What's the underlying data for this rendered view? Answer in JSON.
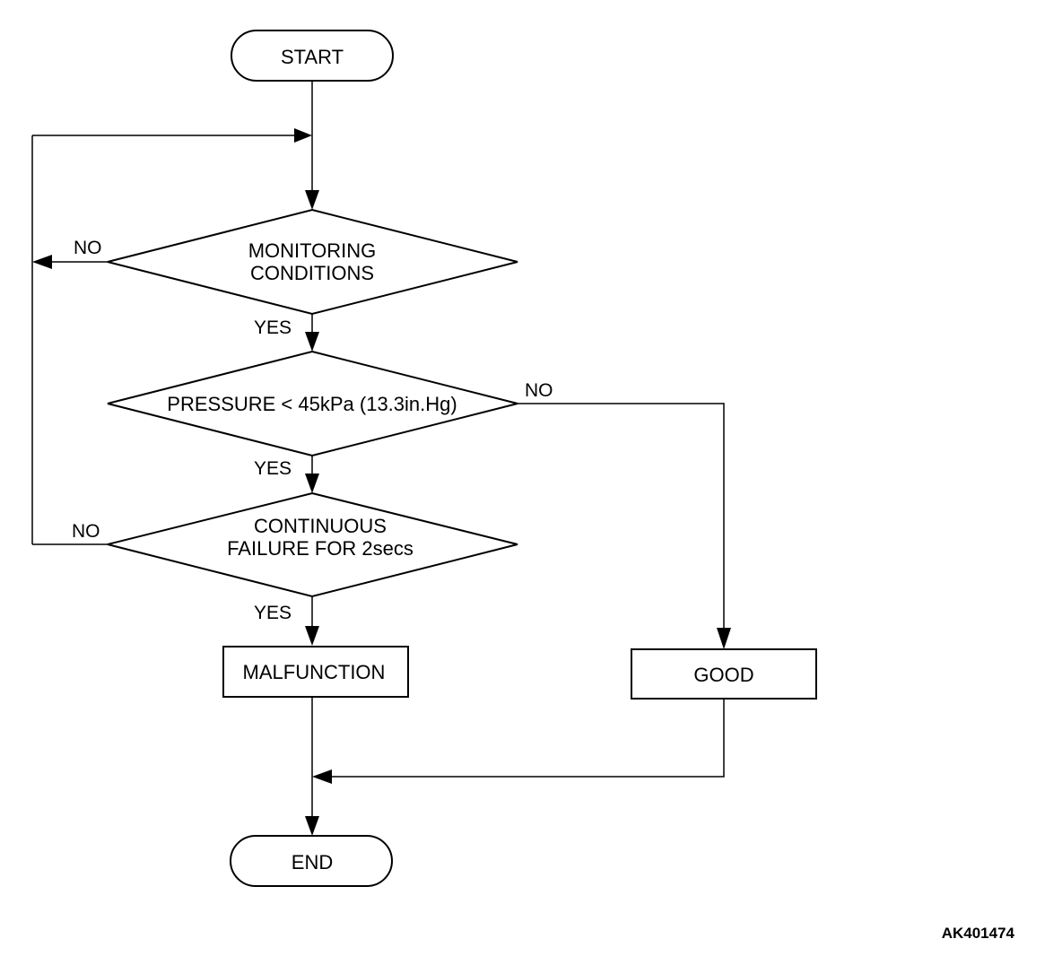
{
  "diagram": {
    "nodes": {
      "start": {
        "label": "START"
      },
      "monitoring": {
        "lines": [
          "MONITORING",
          "CONDITIONS"
        ]
      },
      "pressure": {
        "lines": [
          "PRESSURE < 45kPa (13.3in.Hg)"
        ]
      },
      "continuous": {
        "lines": [
          "CONTINUOUS",
          "FAILURE FOR 2secs"
        ]
      },
      "malfunction": {
        "label": "MALFUNCTION"
      },
      "good": {
        "label": "GOOD"
      },
      "end": {
        "label": "END"
      }
    },
    "edges": {
      "monitoring_no": "NO",
      "monitoring_yes": "YES",
      "pressure_no": "NO",
      "pressure_yes": "YES",
      "continuous_no": "NO",
      "continuous_yes": "YES"
    },
    "figure_id": "AK401474"
  }
}
